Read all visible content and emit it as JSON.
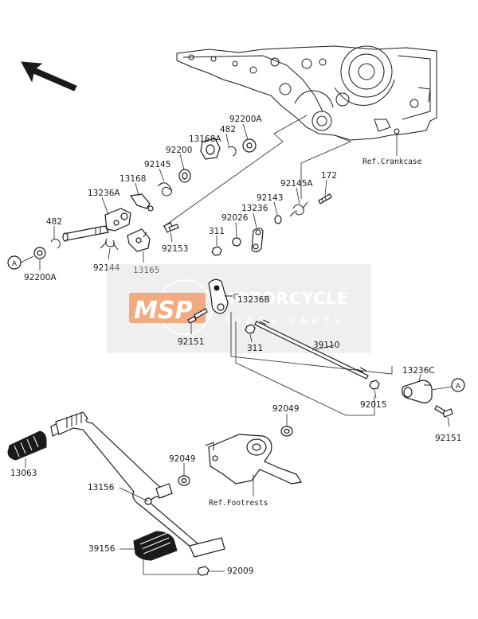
{
  "labels": {
    "p92200A_top": "92200A",
    "p482_top": "482",
    "p13168A": "13168A",
    "p92200": "92200",
    "p92145": "92145",
    "p13168": "13168",
    "p13236A": "13236A",
    "p482_left": "482",
    "p92200A_left": "92200A",
    "p92144": "92144",
    "p13165": "13165",
    "p92153": "92153",
    "p311_top": "311",
    "p92026": "92026",
    "p13236": "13236",
    "p92143": "92143",
    "p92145A": "92145A",
    "p172": "172",
    "p13236B": "13236B",
    "p92151_mid": "92151",
    "p311_mid": "311",
    "p39110": "39110",
    "p13236C": "13236C",
    "p92015": "92015",
    "p92151_right": "92151",
    "p92049_top": "92049",
    "p92049_left": "92049",
    "p13063": "13063",
    "p13156": "13156",
    "p39156": "39156",
    "p92009": "92009"
  },
  "refs": {
    "crankcase": "Ref.Crankcase",
    "footrests": "Ref.Footrests"
  },
  "markers": {
    "a_left": "A",
    "a_right": "A"
  },
  "watermark": {
    "logo": "MSP",
    "line1": "MOTORCYCLE",
    "line2": "SPARE PARTS"
  },
  "colors": {
    "watermark_orange": "#f08a4b",
    "watermark_gray": "#d9d9d9"
  }
}
